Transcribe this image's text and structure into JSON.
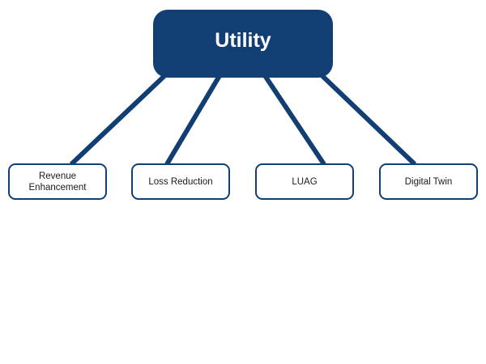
{
  "diagram": {
    "root": {
      "label": "Utility"
    },
    "children": [
      {
        "label": "Revenue Enhancement"
      },
      {
        "label": "Loss Reduction"
      },
      {
        "label": "LUAG"
      },
      {
        "label": "Digital Twin"
      }
    ]
  },
  "colors": {
    "node_fill": "#123f73",
    "connector": "#123f73",
    "child_border": "#123f73"
  }
}
